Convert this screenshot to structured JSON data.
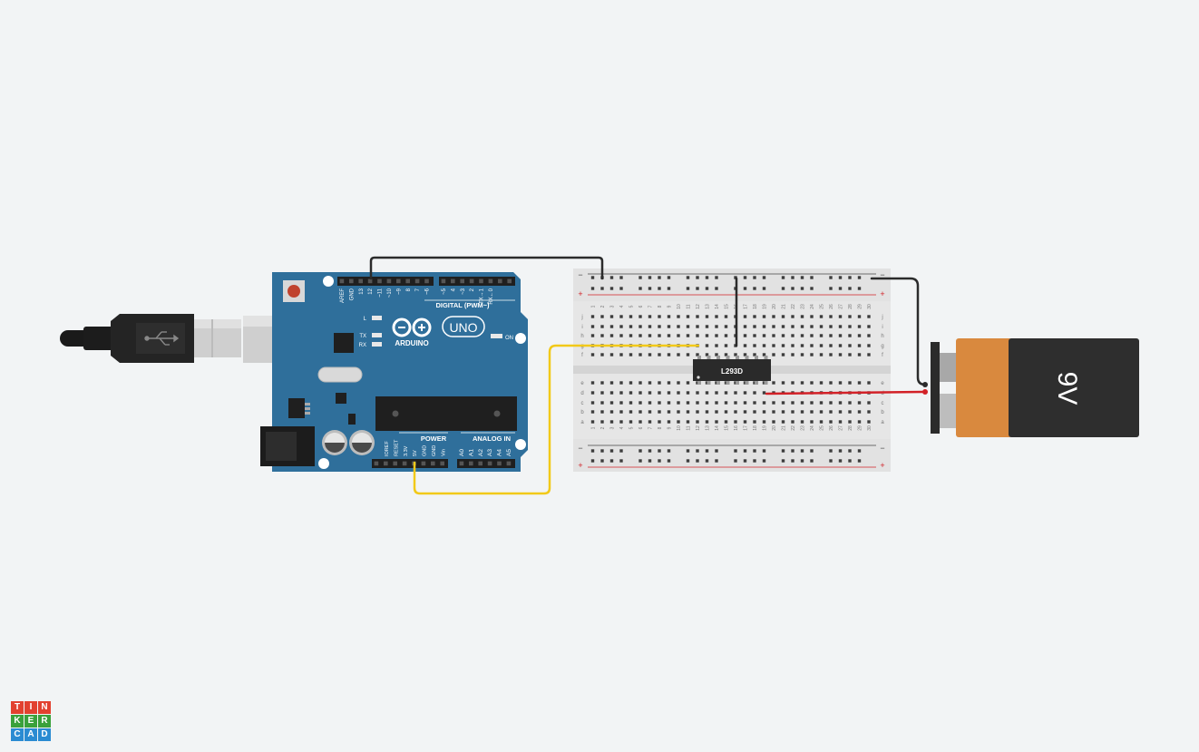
{
  "arduino": {
    "brand": "ARDUINO",
    "model": "UNO",
    "digital_label": "DIGITAL (PWM~)",
    "power_label": "POWER",
    "analog_label": "ANALOG IN",
    "on_label": "ON",
    "led_l": "L",
    "led_tx": "TX",
    "led_rx": "RX",
    "digital_pins": [
      "AREF",
      "GND",
      "13",
      "12",
      "~11",
      "~10",
      "~9",
      "8",
      "7",
      "~6",
      "~5",
      "4",
      "~3",
      "2",
      "TX→1",
      "RX←0"
    ],
    "power_pins": [
      "IOREF",
      "RESET",
      "3.3V",
      "5V",
      "GND",
      "GND",
      "Vin"
    ],
    "analog_pins": [
      "A0",
      "A1",
      "A2",
      "A3",
      "A4",
      "A5"
    ]
  },
  "breadboard": {
    "columns": [
      "1",
      "2",
      "3",
      "4",
      "5",
      "6",
      "7",
      "8",
      "9",
      "10",
      "11",
      "12",
      "13",
      "14",
      "15",
      "16",
      "17",
      "18",
      "19",
      "20",
      "21",
      "22",
      "23",
      "24",
      "25",
      "26",
      "27",
      "28",
      "29",
      "30"
    ],
    "rows_top": [
      "j",
      "i",
      "h",
      "g",
      "f"
    ],
    "rows_bottom": [
      "e",
      "d",
      "c",
      "b",
      "a"
    ],
    "rail_minus": "−",
    "rail_plus": "+"
  },
  "chip": {
    "label": "L293D"
  },
  "battery": {
    "label": "9V"
  },
  "logo": {
    "letters": [
      "T",
      "I",
      "N",
      "K",
      "E",
      "R",
      "C",
      "A",
      "D"
    ],
    "colors": [
      "#e2412f",
      "#e2412f",
      "#e2412f",
      "#3aa13b",
      "#3aa13b",
      "#3aa13b",
      "#2a8bd2",
      "#2a8bd2",
      "#2a8bd2"
    ]
  },
  "colors": {
    "background": "#f2f4f5",
    "arduino_board": "#2f6f9b",
    "wire_yellow": "#f2c919",
    "wire_red": "#d22127",
    "wire_black": "#2b2b2b",
    "battery_orange": "#d9893e",
    "battery_black": "#2e2e2e"
  }
}
